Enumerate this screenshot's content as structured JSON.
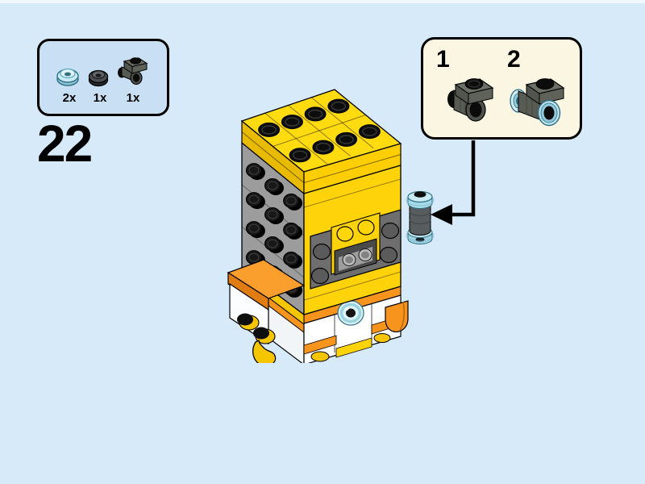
{
  "page": {
    "type": "lego-building-instruction-step",
    "background_color": "#D7EAF9"
  },
  "step": {
    "number": "22"
  },
  "parts_box": {
    "background_color": "#C8DFF4",
    "parts": [
      {
        "name": "trans-light-blue-round-plate",
        "count": "2x"
      },
      {
        "name": "dark-gray-round-plate",
        "count": "1x"
      },
      {
        "name": "dark-gray-plate-with-ring",
        "count": "1x"
      }
    ]
  },
  "callout": {
    "background_color": "#FBF6E1",
    "steps": [
      {
        "label": "1",
        "part": "dark-gray-plate-with-ring"
      },
      {
        "label": "2",
        "part": "plate-with-ring-plus-trans-blue-round-plates"
      }
    ]
  },
  "model": {
    "description": "partially built yellow BrickHeadz duck, ring assembly attached to right side of head",
    "colors": {
      "yellow": "#FFD30A",
      "yellow_dark": "#E9BB00",
      "orange": "#F7941E",
      "orange_dark": "#E07D12",
      "gray_side": "#9C9C9C",
      "gray_band": "#6E6E6E",
      "dark_gray_part": "#575B53",
      "trans_blue": "#C9EBF4",
      "white": "#FFFFFF",
      "outline": "#000000"
    }
  }
}
